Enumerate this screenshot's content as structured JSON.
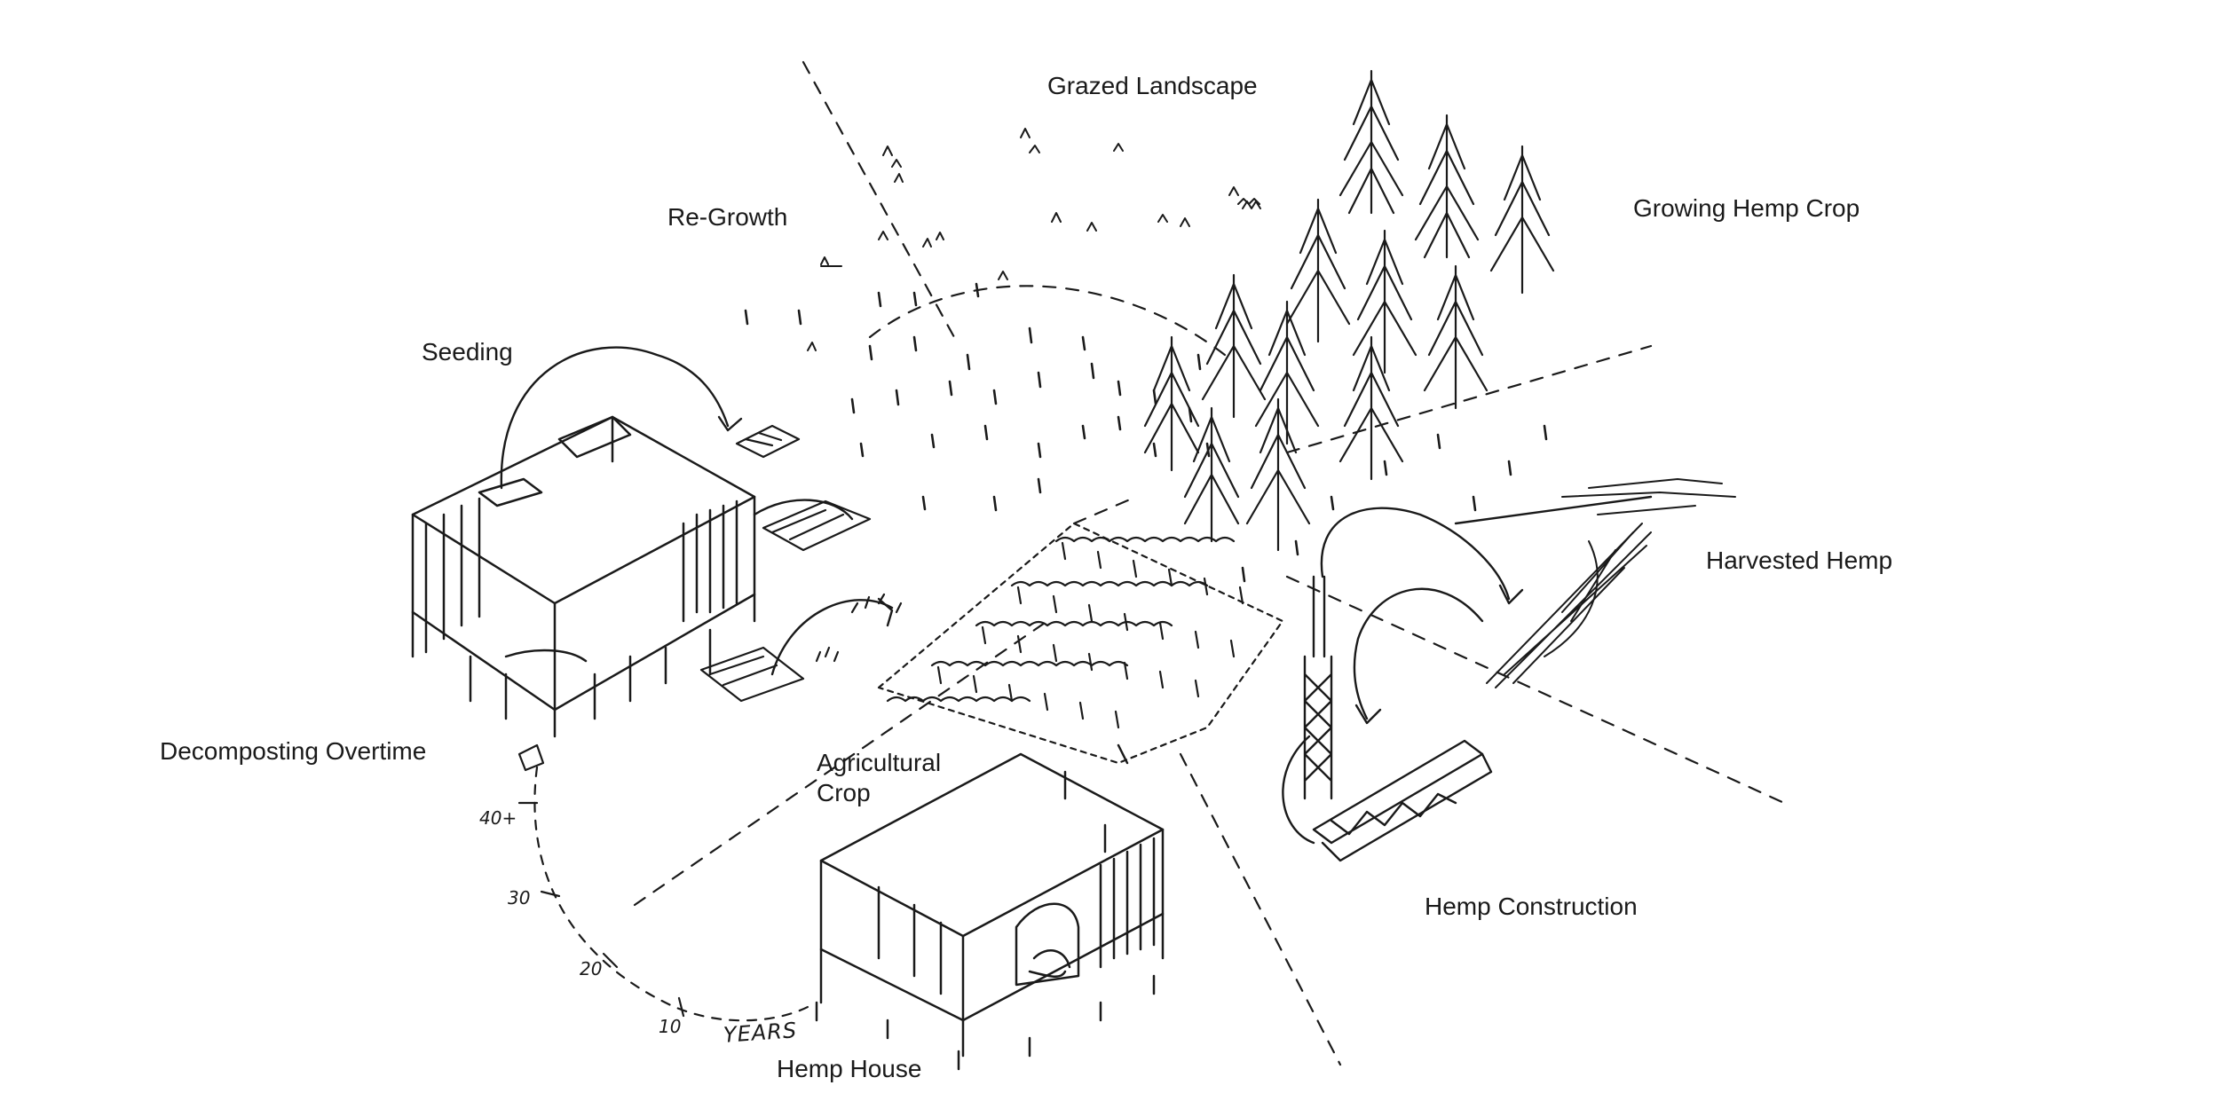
{
  "labels": {
    "grazed_landscape": "Grazed Landscape",
    "re_growth": "Re-Growth",
    "growing_hemp_crop": "Growing Hemp Crop",
    "seeding": "Seeding",
    "harvested_hemp": "Harvested Hemp",
    "decomposting_overtime": "Decomposting Overtime",
    "agricultural_crop": "Agricultural Crop",
    "hemp_construction": "Hemp Construction",
    "hemp_house": "Hemp House"
  },
  "timeline": {
    "unit": "YEARS",
    "ticks": [
      "10",
      "20",
      "30",
      "40+"
    ]
  },
  "colors": {
    "ink": "#1a1a1a",
    "background": "#ffffff"
  }
}
